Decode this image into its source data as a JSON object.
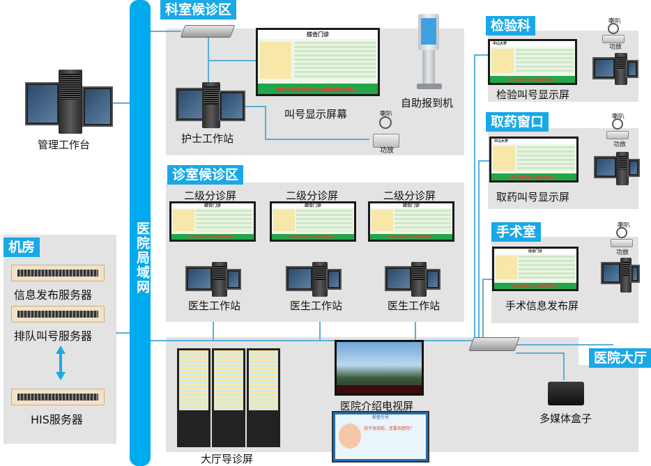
{
  "lan": {
    "label": "医院局域网"
  },
  "zones": {
    "keshi": "科室候诊区",
    "zhenshi": "诊室候诊区",
    "jianyan": "检验科",
    "quyao": "取药窗口",
    "shoushu": "手术室",
    "jifang": "机房",
    "dating": "医院大厅"
  },
  "labels": {
    "admin_ws": "管理工作台",
    "nurse_ws": "护士工作站",
    "call_screen": "叫号显示屏幕",
    "kiosk": "自助报到机",
    "amp": "功放",
    "speaker": "喇叭",
    "triage_screen": "二级分诊屏",
    "doctor_ws": "医生工作站",
    "lab_call_screen": "检验叫号显示屏",
    "pharm_call_screen": "取药叫号显示屏",
    "surgery_screen": "手术信息发布屏",
    "info_server": "信息发布服务器",
    "queue_server": "排队叫号服务器",
    "his_server": "HIS服务器",
    "hall_intro_tv": "医院介绍电视屏",
    "hall_guide": "大厅导诊屏",
    "media_box": "多媒体盒子"
  },
  "screen_content": {
    "title": "综合门诊",
    "footer": "请过号患者前往护士站重新报到排队。",
    "hospital_name": "中山大学",
    "guide_title": "检查引号",
    "baby_text": "孩子发烧啦，还要去医院？"
  }
}
